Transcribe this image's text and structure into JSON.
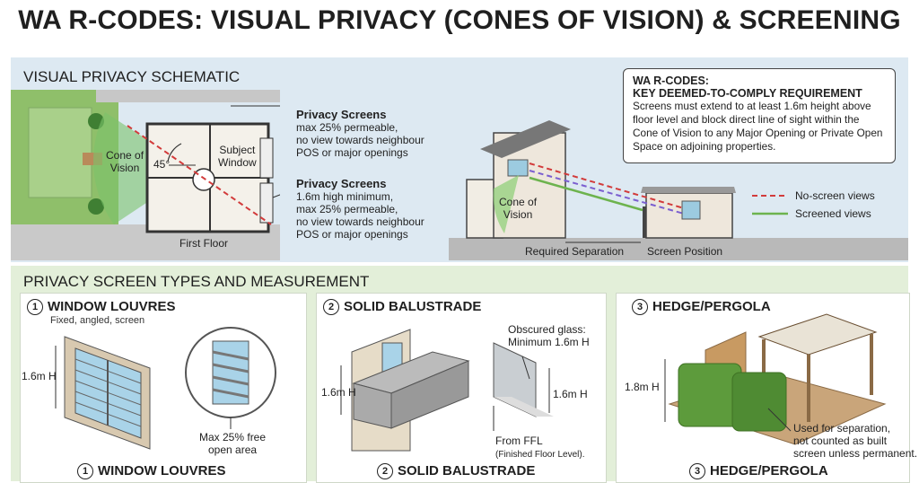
{
  "title": "WA R-CODES: VISUAL PRIVACY (CONES OF VISION) & SCREENING",
  "schematic": {
    "title": "VISUAL PRIVACY SCHEMATIC",
    "cone_label_1": "Cone of",
    "cone_label_2": "Vision",
    "angle": "45°",
    "subject_1": "Subject",
    "subject_2": "Window",
    "floor": "First Floor",
    "screen1": {
      "title": "Privacy Screens",
      "lines": [
        "max 25% permeable,",
        "no view towards neighbour",
        "POS or major openings"
      ]
    },
    "screen2": {
      "title": "Privacy Screens",
      "lines": [
        "1.6m high minimum,",
        "max 25% permeable,",
        "no view towards neighbour",
        "POS or major openings"
      ]
    }
  },
  "callout": {
    "title1": "WA R-CODES:",
    "title2": "KEY DEEMED-TO-COMPLY REQUIREMENT",
    "body": "Screens must extend to at least 1.6m height above floor level and block direct line of sight within the Cone of Vision to any Major Opening or Private Open Space on adjoining properties."
  },
  "section": {
    "cone_1": "Cone of",
    "cone_2": "Vision",
    "legend": {
      "no_screen": "No-screen views",
      "screened": "Screened views",
      "no_screen_color": "#d23b3b",
      "screened_color": "#6db34e"
    },
    "required_separation": "Required Separation",
    "screen_position": "Screen Position"
  },
  "types": {
    "title": "PRIVACY SCREEN TYPES AND MEASUREMENT",
    "louvres": {
      "num": "1",
      "title": "WINDOW LOUVRES",
      "subtitle": "Fixed, angled, screen",
      "height": "1.6m H",
      "note1": "Max 25% free",
      "note2": "open area",
      "footer": "WINDOW LOUVRES"
    },
    "balustrade": {
      "num": "2",
      "title": "SOLID BALUSTRADE",
      "height": "1.6m H",
      "glass1": "Obscured glass:",
      "glass2": "Minimum 1.6m H",
      "glass_height": "1.6m H",
      "ffl1": "From FFL",
      "ffl2": "(Finished Floor Level).",
      "footer": "SOLID BALUSTRADE"
    },
    "hedge": {
      "num": "3",
      "title": "HEDGE/PERGOLA",
      "height": "1.8m H",
      "note1": "Used for separation,",
      "note2": "not counted as built",
      "note3": "screen unless permanent.",
      "footer": "HEDGE/PERGOLA"
    }
  }
}
